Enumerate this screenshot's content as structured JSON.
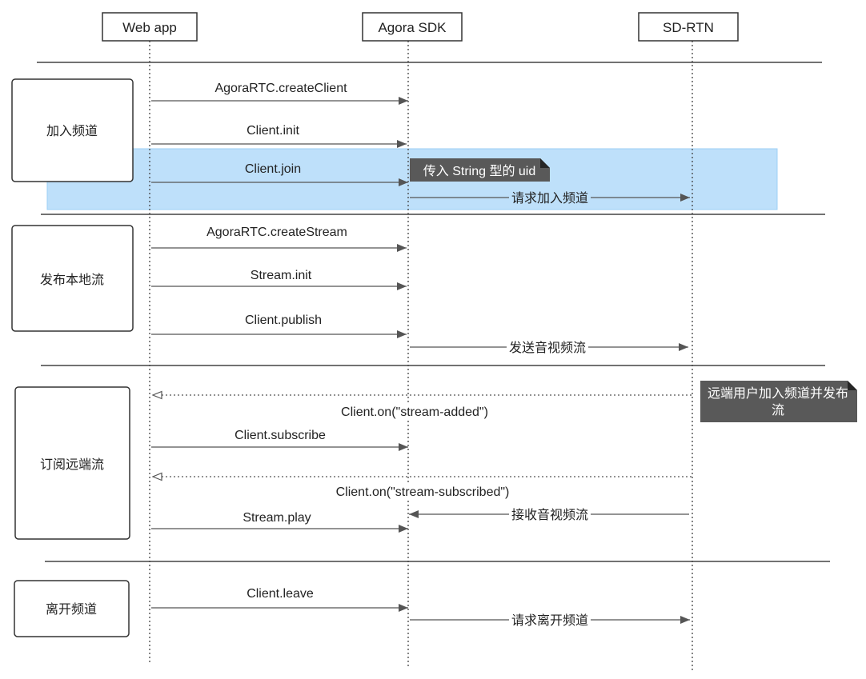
{
  "actors": {
    "web_app": "Web app",
    "agora_sdk": "Agora SDK",
    "sd_rtn": "SD-RTN"
  },
  "groups": {
    "join": "加入频道",
    "publish": "发布本地流",
    "subscribe": "订阅远端流",
    "leave": "离开频道"
  },
  "messages": {
    "create_client": "AgoraRTC.createClient",
    "client_init": "Client.init",
    "client_join": "Client.join",
    "request_join": "请求加入频道",
    "create_stream": "AgoraRTC.createStream",
    "stream_init": "Stream.init",
    "client_publish": "Client.publish",
    "send_av": "发送音视频流",
    "stream_added": "Client.on(\"stream-added\")",
    "client_subscribe": "Client.subscribe",
    "stream_subscribed": "Client.on(\"stream-subscribed\")",
    "receive_av": "接收音视频流",
    "stream_play": "Stream.play",
    "client_leave": "Client.leave",
    "request_leave": "请求离开频道"
  },
  "notes": {
    "uid_note": "传入 String 型的 uid",
    "remote_note": [
      "远端用户加入频道并发布",
      "流"
    ]
  },
  "colors": {
    "highlight": "#bee0fa",
    "highlight_border": "#9ccff5",
    "note": "#595959",
    "note_fold": "#262626"
  }
}
